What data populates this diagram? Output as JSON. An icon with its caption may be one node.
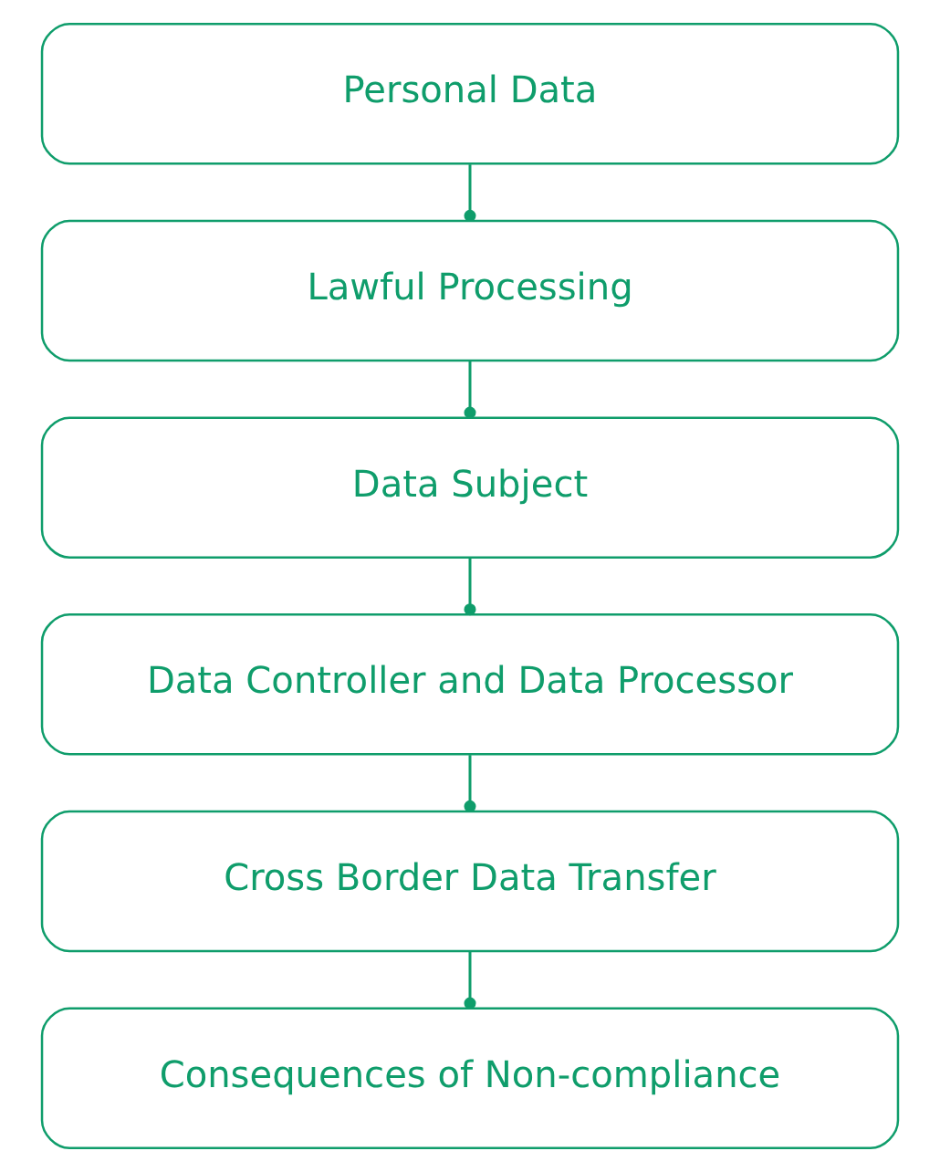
{
  "diagram": {
    "nodes": [
      {
        "text": [
          "Personal Data"
        ]
      },
      {
        "text": [
          "Lawful Processing"
        ]
      },
      {
        "text": [
          "Data Subject"
        ]
      },
      {
        "text": [
          "Data Controller and Data Processor"
        ]
      },
      {
        "text": [
          "Cross Border Data Transfer"
        ]
      },
      {
        "text": [
          "Consequences of Non-compliance"
        ]
      }
    ],
    "edges": [
      {
        "from": 0,
        "to": 1,
        "arrow": "other"
      },
      {
        "from": 1,
        "to": 2,
        "arrow": "other"
      },
      {
        "from": 2,
        "to": 3,
        "arrow": "other"
      },
      {
        "from": 3,
        "to": 4,
        "arrow": "other"
      },
      {
        "from": 4,
        "to": 5,
        "arrow": "other"
      }
    ]
  }
}
